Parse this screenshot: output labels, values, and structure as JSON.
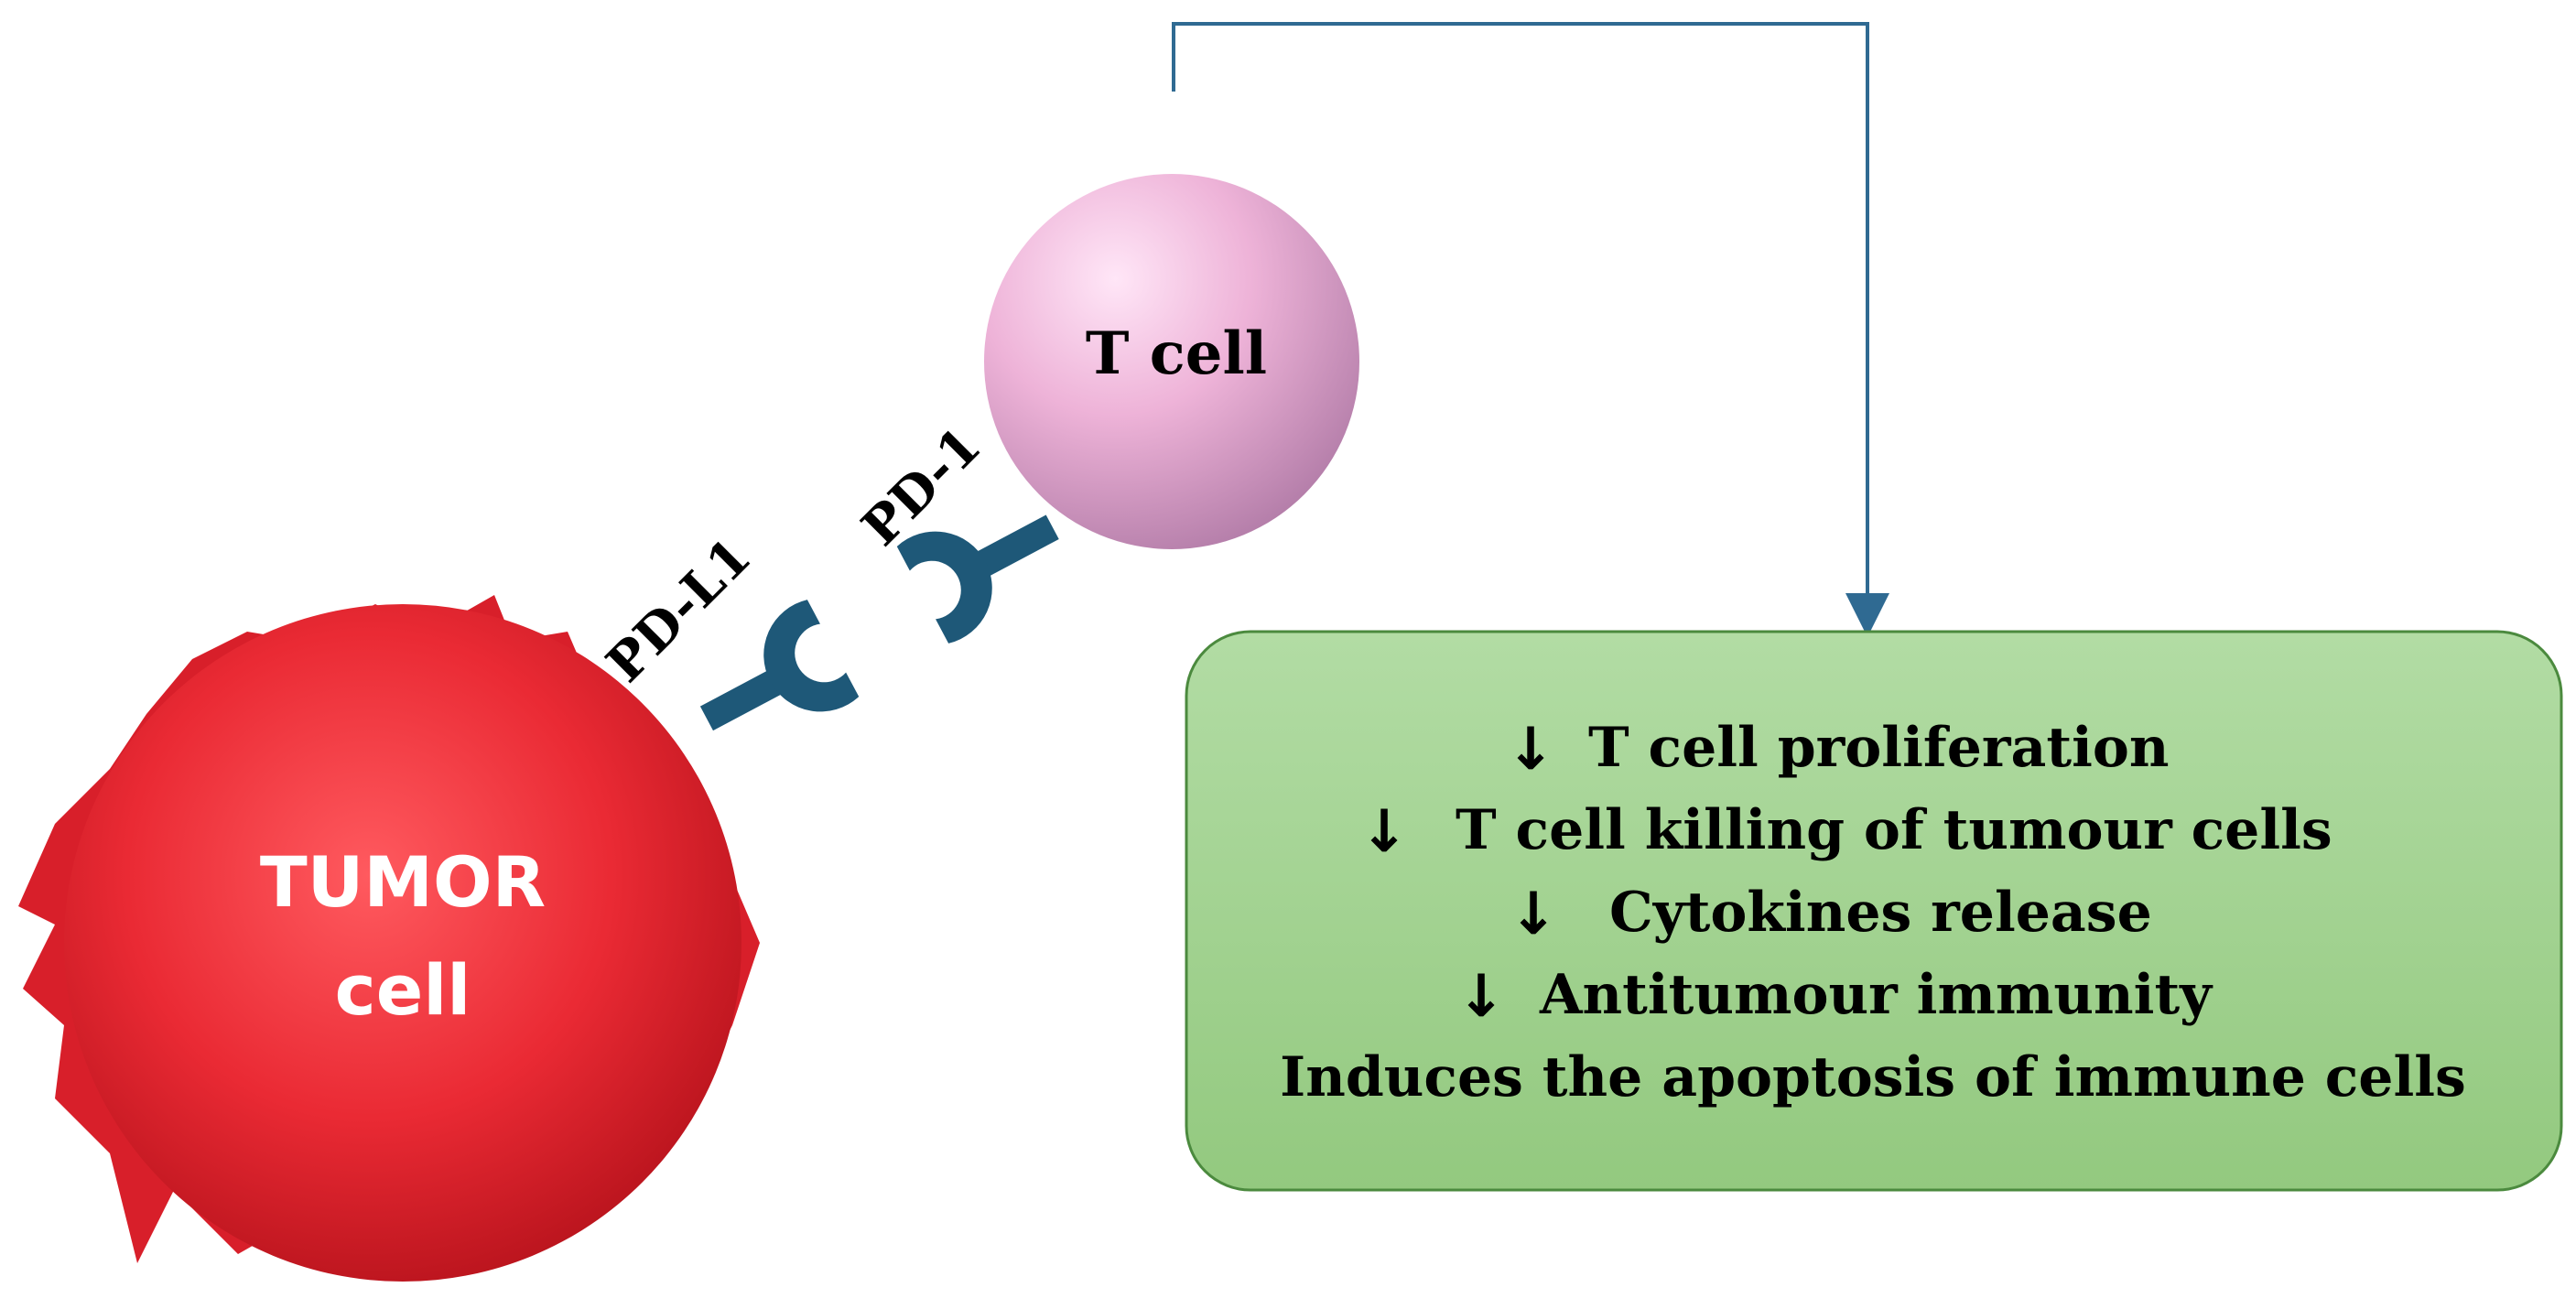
{
  "tumor": {
    "line1": "TUMOR",
    "line2": "cell"
  },
  "t_cell": {
    "label": "T cell"
  },
  "receptors": {
    "ligand": "PD-L1",
    "receptor": "PD-1"
  },
  "effects": {
    "items": [
      {
        "arrow": "↓",
        "text": "T cell proliferation"
      },
      {
        "arrow": "↓",
        "text": "T cell killing of tumour cells"
      },
      {
        "arrow": "↓",
        "text": "Cytokines release"
      },
      {
        "arrow": "↓",
        "text": "Antitumour immunity"
      },
      {
        "arrow": "",
        "text": "Induces the apoptosis of immune cells"
      }
    ]
  },
  "colors": {
    "tumor": "#e8232f",
    "t_cell": "#e3a6cf",
    "receptor": "#1e5878",
    "connector": "#2f6a92",
    "box_fill": "#a9d69a",
    "box_border": "#4b8a3e"
  }
}
